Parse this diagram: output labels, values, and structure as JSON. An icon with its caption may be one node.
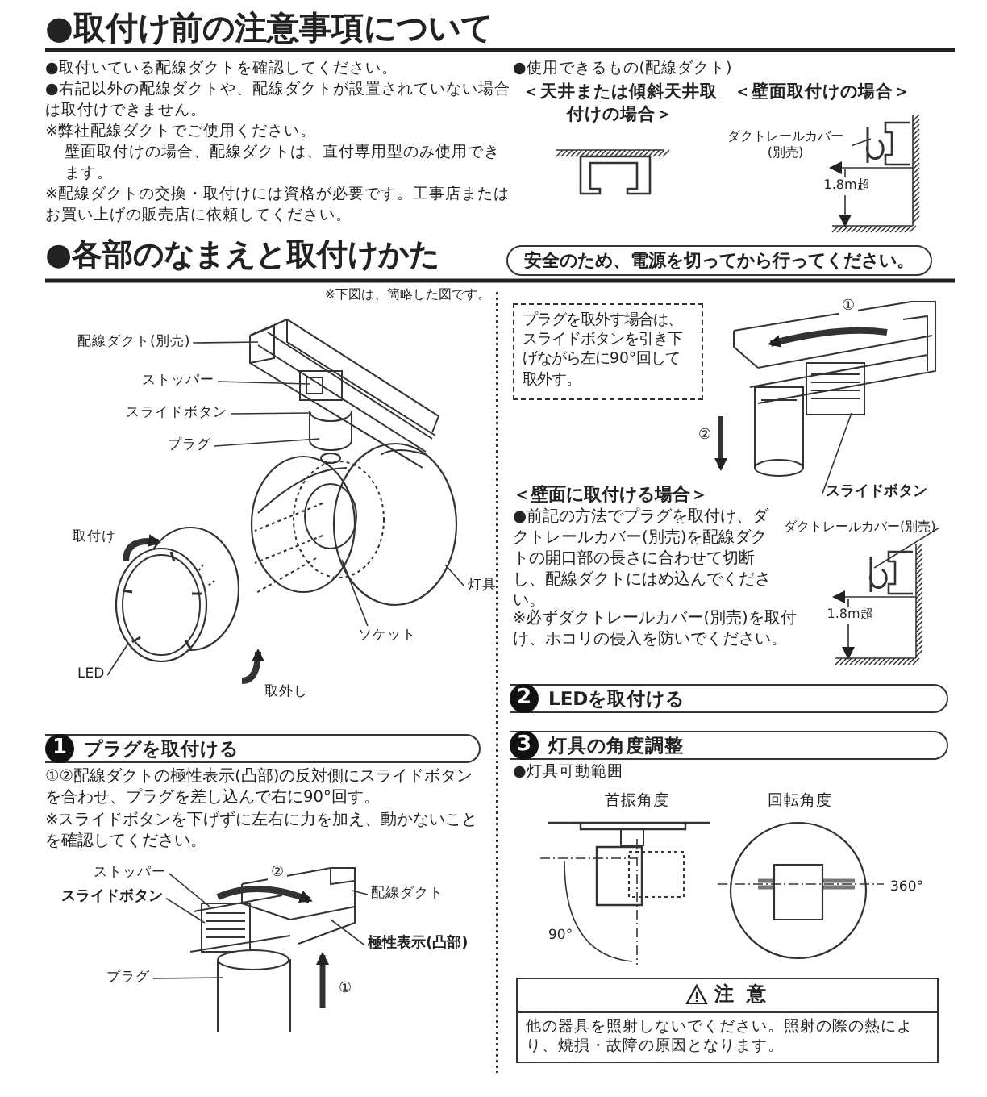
{
  "diagram": {
    "nodes": [
      {
        "text": [
          "プラグを取外す場合は、スライドボタンを引き下げながら左に90°回して取外す。"
        ]
      },
      {
        "text": [
          "安全のため、電源を切ってから行ってください。"
        ]
      },
      {
        "text": [
          "1",
          "プラグを取付ける"
        ]
      },
      {
        "text": [
          "2",
          "LEDを取付ける"
        ]
      },
      {
        "text": [
          "3",
          "灯具の角度調整"
        ]
      },
      {
        "text": [
          "注 意",
          "他の器具を照射しないでください。照射の際の熱により、焼損・故障の原因となります。"
        ]
      },
      {
        "text": [
          "ダクトレールカバー(別売)"
        ]
      },
      {
        "text": [
          "配線ダクト(別売)"
        ]
      },
      {
        "text": [
          "ストッパー"
        ]
      },
      {
        "text": [
          "スライドボタン"
        ]
      },
      {
        "text": [
          "プラグ"
        ]
      },
      {
        "text": [
          "灯具"
        ]
      },
      {
        "text": [
          "ソケット"
        ]
      },
      {
        "text": [
          "LED"
        ]
      },
      {
        "text": [
          "スライドボタン"
        ]
      },
      {
        "text": [
          "ダクトレールカバー(別売)"
        ]
      },
      {
        "text": [
          "ストッパー"
        ]
      },
      {
        "text": [
          "スライドボタン"
        ]
      },
      {
        "text": [
          "配線ダクト"
        ]
      },
      {
        "text": [
          "極性表示(凸部)"
        ]
      },
      {
        "text": [
          "プラグ"
        ]
      },
      {
        "text": [],
        "shape": "picture"
      },
      {
        "text": [],
        "shape": "picture"
      },
      {
        "text": [],
        "shape": "picture"
      },
      {
        "text": [],
        "shape": "picture"
      },
      {
        "text": [],
        "shape": "picture"
      },
      {
        "text": [],
        "shape": "picture"
      }
    ],
    "edges": [
      {
        "from": 6,
        "to": 21,
        "arrow": "none"
      },
      {
        "from": 7,
        "to": 22,
        "arrow": "none"
      },
      {
        "from": 8,
        "to": 22,
        "arrow": "none"
      },
      {
        "from": 9,
        "to": 22,
        "arrow": "none"
      },
      {
        "from": 10,
        "to": 22,
        "arrow": "none"
      },
      {
        "from": 11,
        "to": 22,
        "arrow": "none"
      },
      {
        "from": 12,
        "to": 22,
        "arrow": "none"
      },
      {
        "from": 13,
        "to": 23,
        "arrow": "none"
      },
      {
        "from": 14,
        "to": 24,
        "arrow": "none"
      },
      {
        "from": 15,
        "to": 25,
        "arrow": "none"
      },
      {
        "from": 16,
        "to": 26,
        "arrow": "none"
      },
      {
        "from": 17,
        "to": 26,
        "arrow": "none"
      },
      {
        "from": 18,
        "to": 26,
        "arrow": "none"
      },
      {
        "from": 19,
        "to": 26,
        "arrow": "none"
      },
      {
        "from": 20,
        "to": 26,
        "arrow": "none"
      }
    ],
    "labels": [
      "●取付け前の注意事項について",
      "●取付いている配線ダクトを確認してください。",
      "●右記以外の配線ダクトや、配線ダクトが設置されていない場合は取付けできません。",
      "※弊社配線ダクトでご使用ください。",
      "壁面取付けの場合、配線ダクトは、直付専用型のみ使用できます。",
      "※配線ダクトの交換・取付けには資格が必要です。工事店またはお買い上げの販売店に依頼してください。",
      "●使用できるもの(配線ダクト)",
      "＜天井または傾斜天井取付けの場合＞",
      "＜壁面取付けの場合＞",
      "1.8m超",
      "●各部のなまえと取付けかた",
      "※下図は、簡略した図です。",
      "取付け",
      "取外し",
      "①",
      "②",
      "＜壁面に取付ける場合＞",
      "●前記の方法でプラグを取付け、ダクトレールカバー(別売)を配線ダクトの開口部の長さに合わせて切断し、配線ダクトにはめ込んでください。",
      "※必ずダクトレールカバー(別売)を取付け、ホコリの侵入を防いでください。",
      "1.8m超",
      "①②配線ダクトの極性表示(凸部)の反対側にスライドボタンを合わせ、プラグを差し込んで右に90°回す。",
      "※スライドボタンを下げずに左右に力を加え、動かないことを確認してください。",
      "②",
      "①",
      "●灯具可動範囲",
      "首振角度",
      "回転角度",
      "90°",
      "360°"
    ]
  }
}
